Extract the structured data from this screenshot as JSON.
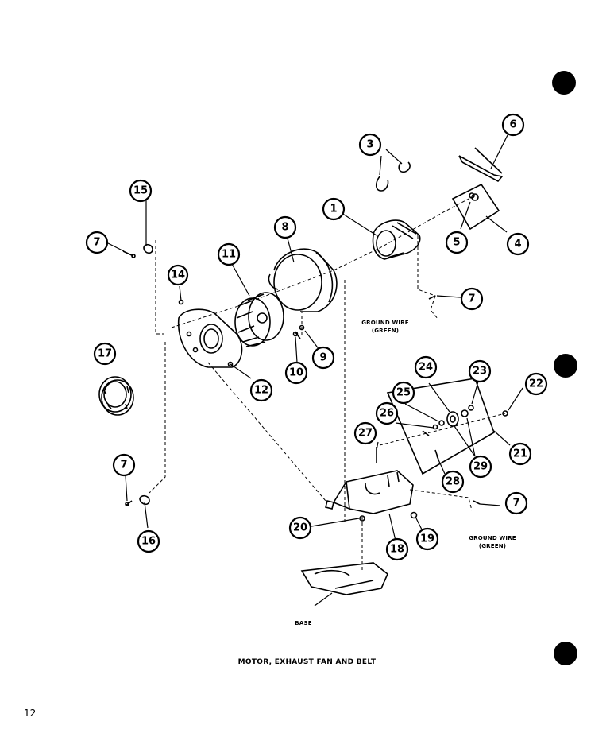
{
  "diagram": {
    "caption": "MOTOR, EXHAUST FAN AND BELT",
    "page_number": "12",
    "labels": {
      "ground_wire_upper": [
        "GROUND WIRE",
        "(GREEN)"
      ],
      "ground_wire_lower": [
        "GROUND WIRE",
        "(GREEN)"
      ],
      "base": "BASE"
    },
    "callouts": [
      "1",
      "3",
      "4",
      "5",
      "6",
      "7",
      "8",
      "9",
      "10",
      "11",
      "12",
      "14",
      "15",
      "16",
      "17",
      "18",
      "19",
      "20",
      "21",
      "22",
      "23",
      "24",
      "25",
      "26",
      "27",
      "28",
      "29"
    ]
  }
}
